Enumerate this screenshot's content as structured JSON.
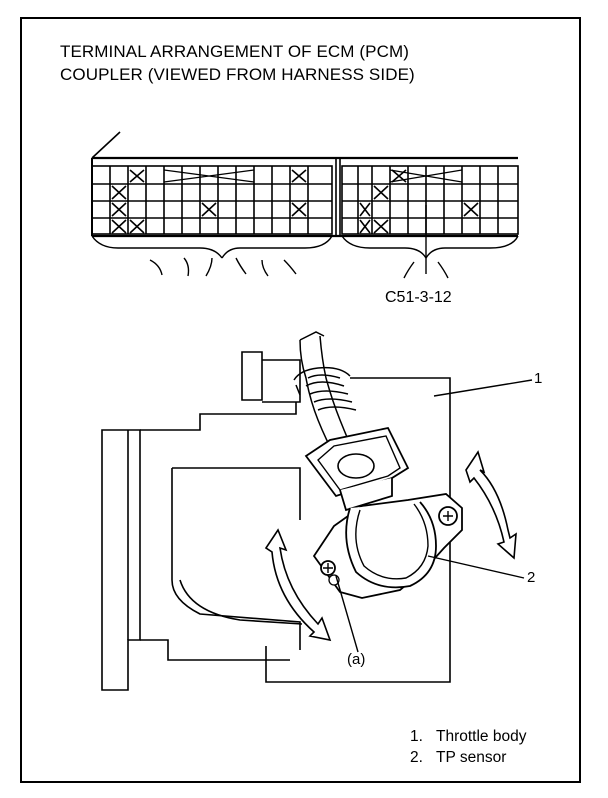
{
  "title": {
    "line1": "TERMINAL ARRANGEMENT OF ECM (PCM)",
    "line2": "COUPLER (VIEWED FROM HARNESS SIDE)"
  },
  "coupler_code": "C51-3-12",
  "callouts": {
    "one": "1",
    "two": "2",
    "a": "(a)"
  },
  "legend": [
    {
      "num": "1.",
      "text": "Throttle body"
    },
    {
      "num": "2.",
      "text": "TP sensor"
    }
  ]
}
